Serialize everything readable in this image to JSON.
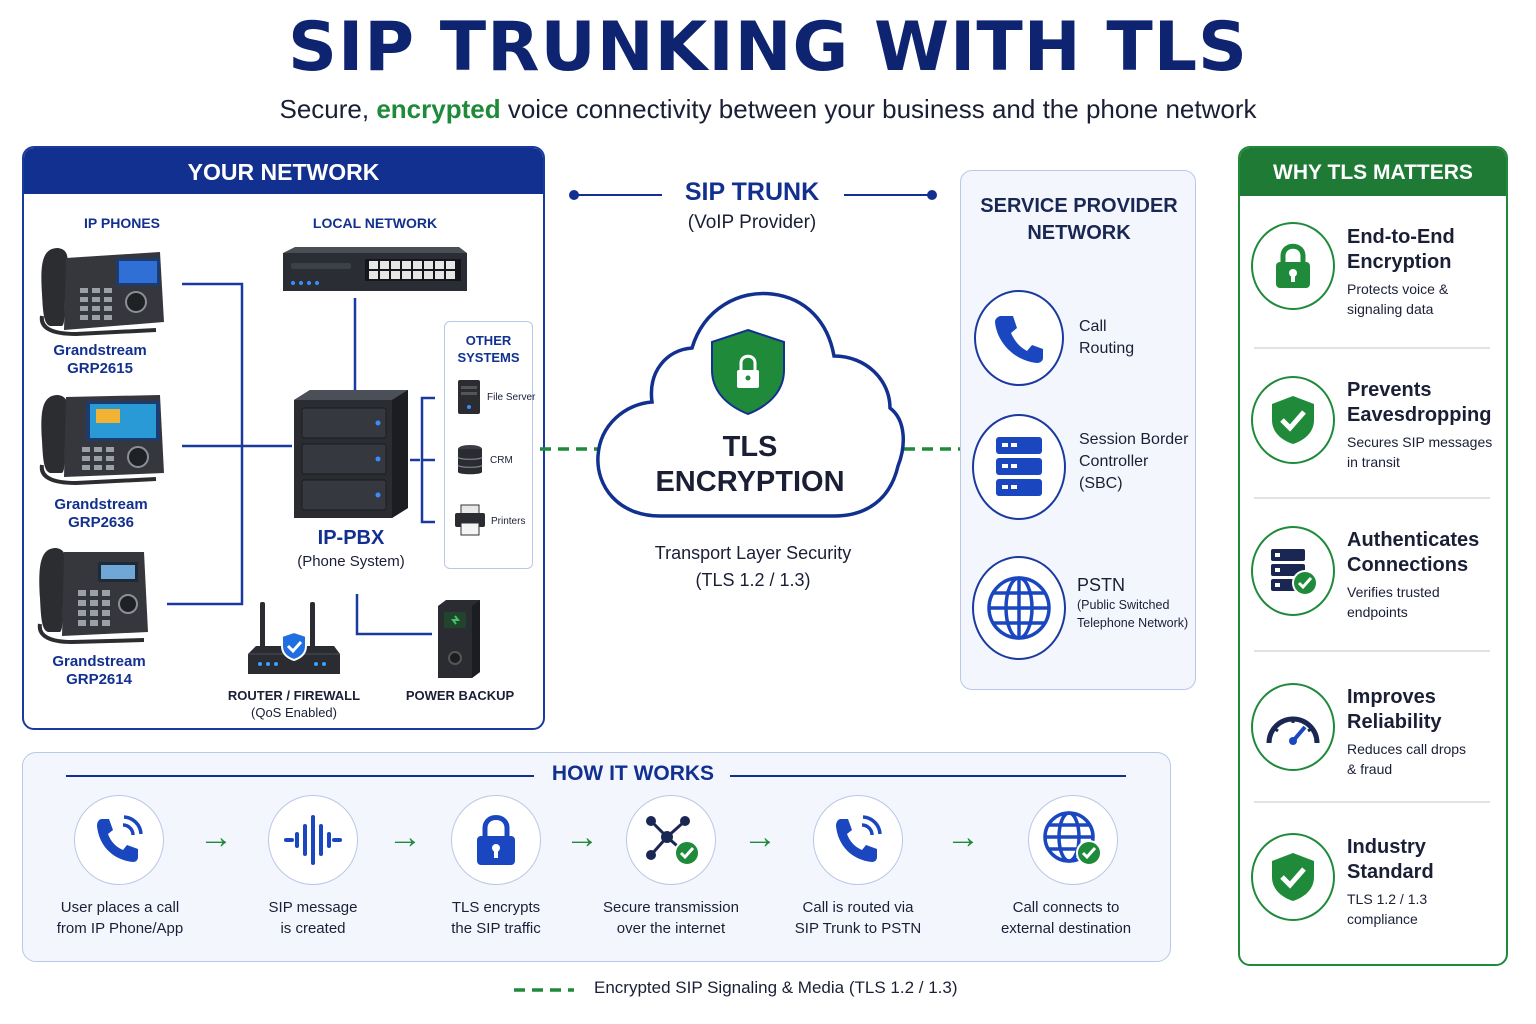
{
  "header": {
    "title": "SIP TRUNKING WITH TLS",
    "subtitle_pre": "Secure,",
    "subtitle_highlight": "encrypted",
    "subtitle_post": "voice connectivity between your business and the phone network"
  },
  "your_network": {
    "title": "YOUR NETWORK",
    "ip_phones_label": "IP PHONES",
    "local_network_label": "LOCAL NETWORK",
    "phones": [
      {
        "name_line1": "Grandstream",
        "name_line2": "GRP2615"
      },
      {
        "name_line1": "Grandstream",
        "name_line2": "GRP2636"
      },
      {
        "name_line1": "Grandstream",
        "name_line2": "GRP2614"
      }
    ],
    "pbx_label": "IP-PBX",
    "pbx_sub": "(Phone System)",
    "other_systems_line1": "OTHER",
    "other_systems_line2": "SYSTEMS",
    "other_systems": [
      "File Server",
      "CRM",
      "Printers"
    ],
    "router_label": "ROUTER / FIREWALL",
    "router_sub": "(QoS Enabled)",
    "power_label": "POWER BACKUP"
  },
  "sip_trunk": {
    "title": "SIP TRUNK",
    "sub": "(VoIP Provider)"
  },
  "tls": {
    "line1": "TLS",
    "line2": "ENCRYPTION",
    "caption_line1": "Transport Layer Security",
    "caption_line2": "(TLS 1.2 / 1.3)"
  },
  "service_provider": {
    "title_line1": "SERVICE PROVIDER",
    "title_line2": "NETWORK",
    "items": [
      {
        "line1": "Call",
        "line2": "Routing",
        "line3": "",
        "icon": "phone-icon"
      },
      {
        "line1": "Session Border",
        "line2": "Controller",
        "line3": "(SBC)",
        "icon": "server-rack-icon"
      },
      {
        "line1": "PSTN",
        "line2": "(Public Switched",
        "line3": "Telephone Network)",
        "icon": "globe-icon"
      }
    ]
  },
  "why_tls": {
    "title": "WHY TLS MATTERS",
    "items": [
      {
        "title_line1": "End-to-End",
        "title_line2": "Encryption",
        "desc_line1": "Protects voice &",
        "desc_line2": "signaling data",
        "icon": "padlock-icon"
      },
      {
        "title_line1": "Prevents",
        "title_line2": "Eavesdropping",
        "desc_line1": "Secures SIP messages",
        "desc_line2": "in transit",
        "icon": "shield-check-icon"
      },
      {
        "title_line1": "Authenticates",
        "title_line2": "Connections",
        "desc_line1": "Verifies trusted",
        "desc_line2": "endpoints",
        "icon": "server-check-icon"
      },
      {
        "title_line1": "Improves",
        "title_line2": "Reliability",
        "desc_line1": "Reduces call drops",
        "desc_line2": "& fraud",
        "icon": "gauge-icon"
      },
      {
        "title_line1": "Industry",
        "title_line2": "Standard",
        "desc_line1": "TLS 1.2 / 1.3",
        "desc_line2": "compliance",
        "icon": "shield-check-icon"
      }
    ]
  },
  "how_it_works": {
    "title": "HOW IT WORKS",
    "steps": [
      {
        "line1": "User places a call",
        "line2": "from IP Phone/App",
        "icon": "phone-call-icon"
      },
      {
        "line1": "SIP message",
        "line2": "is created",
        "icon": "sound-wave-icon"
      },
      {
        "line1": "TLS encrypts",
        "line2": "the SIP traffic",
        "icon": "padlock-icon"
      },
      {
        "line1": "Secure transmission",
        "line2": "over the internet",
        "icon": "network-check-icon"
      },
      {
        "line1": "Call is routed via",
        "line2": "SIP Trunk to PSTN",
        "icon": "phone-call-icon"
      },
      {
        "line1": "Call connects to",
        "line2": "external destination",
        "icon": "globe-check-icon"
      }
    ]
  },
  "legend": {
    "text": "Encrypted SIP Signaling & Media (TLS 1.2 / 1.3)"
  },
  "colors": {
    "navy": "#12308f",
    "green": "#1f8a3a",
    "light_blue_bg": "#f3f7fd"
  }
}
